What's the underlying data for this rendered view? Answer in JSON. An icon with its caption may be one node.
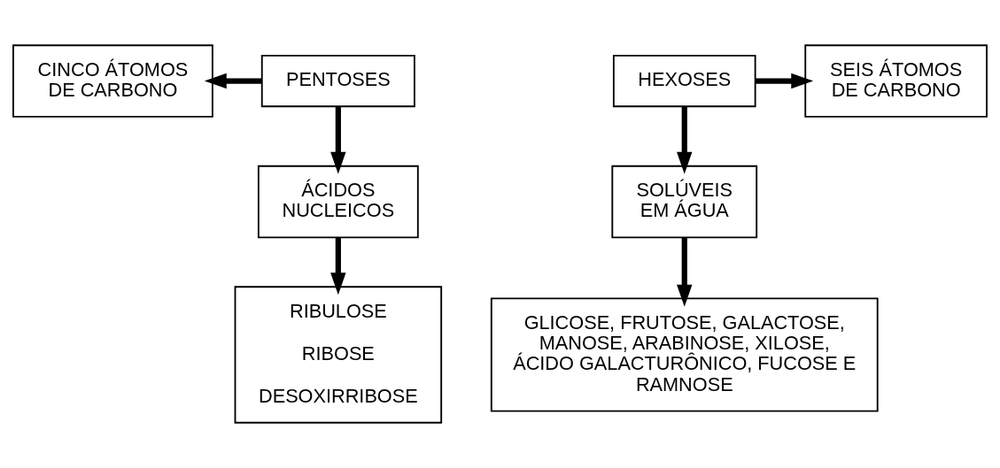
{
  "diagram": {
    "nodes": [
      {
        "text": [
          "CINCO ÁTOMOS DE CARBONO"
        ]
      },
      {
        "text": [
          "PENTOSES"
        ]
      },
      {
        "text": [
          "HEXOSES"
        ]
      },
      {
        "text": [
          "SEIS ÁTOMOS DE CARBONO"
        ]
      },
      {
        "text": [
          "ÁCIDOS NUCLEICOS"
        ]
      },
      {
        "text": [
          "SOLÚVEIS EM ÁGUA"
        ]
      },
      {
        "text": [
          "RIBULOSE",
          "RIBOSE",
          "DESOXIRRIBOSE"
        ]
      },
      {
        "text": [
          "GLICOSE, FRUTOSE, GALACTOSE, MANOSE, ARABINOSE, XILOSE, ÁCIDO GALACTURÔNICO, FUCOSE E RAMNOSE"
        ]
      }
    ],
    "edges": [
      {
        "from": 1,
        "to": 0,
        "arrow": "to"
      },
      {
        "from": 1,
        "to": 4,
        "arrow": "to"
      },
      {
        "from": 2,
        "to": 3,
        "arrow": "to"
      },
      {
        "from": 2,
        "to": 5,
        "arrow": "to"
      },
      {
        "from": 4,
        "to": 6,
        "arrow": "to"
      },
      {
        "from": 5,
        "to": 7,
        "arrow": "to"
      }
    ]
  }
}
